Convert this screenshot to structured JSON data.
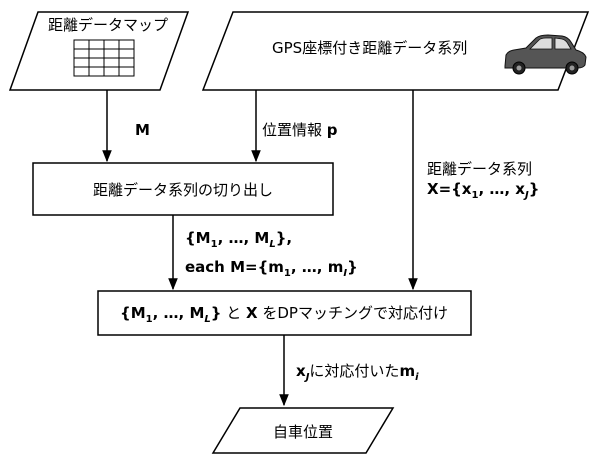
{
  "input_map": {
    "label": "距離データマップ"
  },
  "input_gps": {
    "label": "GPS座標付き距離データ系列"
  },
  "edge_m": {
    "label": "M"
  },
  "edge_p": {
    "prefix": "位置情報 ",
    "symbol": "p"
  },
  "edge_x": {
    "line1": "距離データ系列",
    "line2_prefix": "X={x",
    "sub1": "1",
    "mid": ", …, x",
    "subJ": "J",
    "close": "}"
  },
  "process_extract": {
    "label": "距離データ系列の切り出し"
  },
  "edge_msegments": {
    "line1_open": "{M",
    "sub1": "1",
    "mid": ", …, M",
    "subL": "L",
    "line1_close": "},",
    "line2_prefix": "each M={m",
    "sub_m1": "1",
    "line2_mid": ", …, m",
    "sub_mI": "I",
    "line2_close": "}"
  },
  "process_dp": {
    "open": "{M",
    "sub1": "1",
    "mid": ", …, M",
    "subL": "L",
    "close": "}",
    "conj1": " と ",
    "x": "X",
    "tail": " をDPマッチングで対応付け"
  },
  "edge_correspond": {
    "x": "x",
    "subJ": "J",
    "mid": "に対応付いた",
    "m": "m",
    "subI": "i"
  },
  "output_position": {
    "label": "自車位置"
  }
}
